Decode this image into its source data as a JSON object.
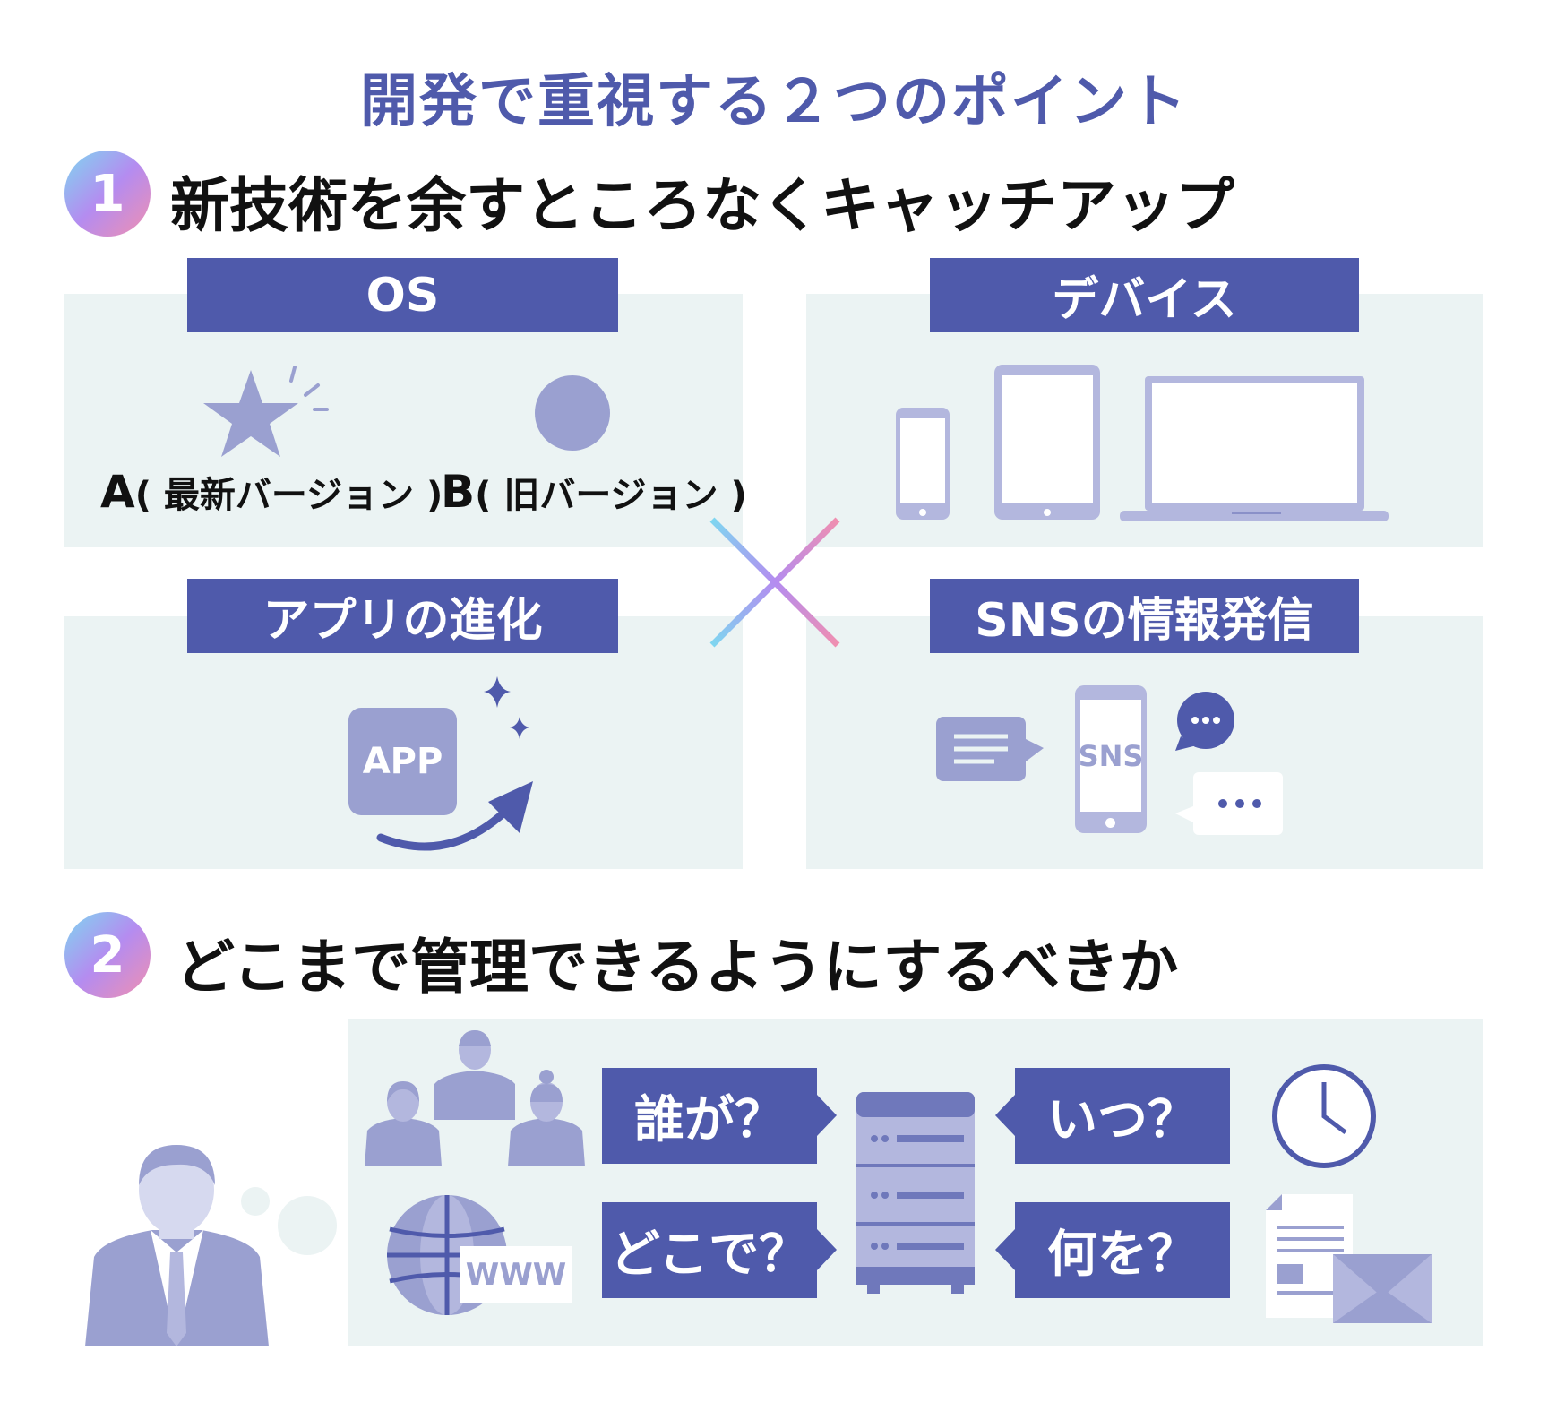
{
  "title": "開発で重視する２つのポイント",
  "section1": {
    "number": "1",
    "heading": "新技術を余すところなくキャッチアップ",
    "panels": {
      "os": {
        "label": "OS",
        "a_letter": "A",
        "a_text": "( 最新バージョン )",
        "b_letter": "B",
        "b_text": "( 旧バージョン )"
      },
      "devices": {
        "label": "デバイス"
      },
      "apps": {
        "label": "アプリの進化",
        "app_icon": "APP"
      },
      "sns": {
        "label": "SNSの情報発信",
        "phone_text": "SNS"
      }
    }
  },
  "section2": {
    "number": "2",
    "heading": "どこまで管理できるようにするべきか",
    "tags": {
      "who": "誰が？",
      "when": "いつ？",
      "where": "どこで？",
      "what": "何を？"
    },
    "www": "WWW"
  },
  "colors": {
    "primary": "#4f5aab",
    "panel": "#ebf3f3",
    "icon": "#9aa0d0"
  }
}
